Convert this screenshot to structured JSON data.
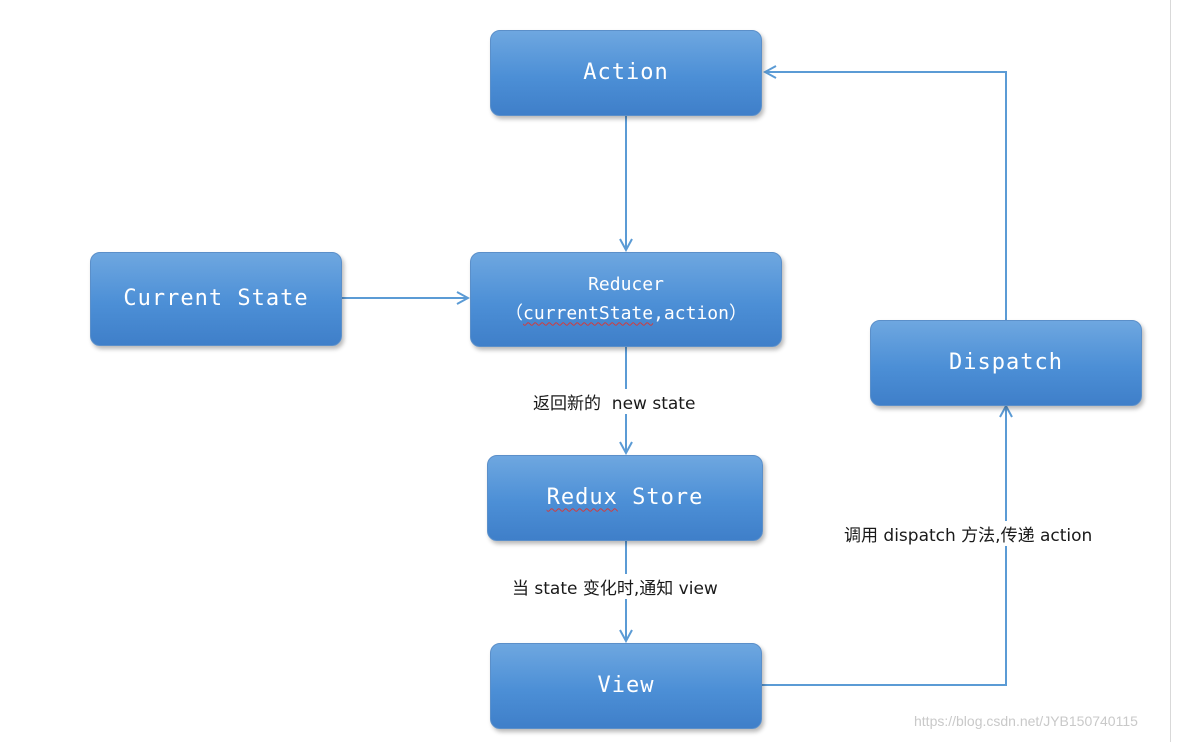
{
  "nodes": {
    "action": "Action",
    "current_state": "Current State",
    "reducer_title": "Reducer",
    "reducer_args_open": "（",
    "reducer_args_fn": "currentState",
    "reducer_args_rest": ",action）",
    "dispatch": "Dispatch",
    "redux_store_word1": "Redux",
    "redux_store_word2": " Store",
    "view": "View"
  },
  "edge_labels": {
    "reducer_to_store": "返回新的  new state",
    "store_to_view": "当 state 变化时,通知 view",
    "view_to_dispatch": "调用 dispatch 方法,传递 action"
  },
  "watermark": "https://blog.csdn.net/JYB150740115",
  "colors": {
    "box_fill": "#4c8fd6",
    "arrow": "#5b9bd5",
    "spellcheck_underline": "#d23b3b"
  }
}
